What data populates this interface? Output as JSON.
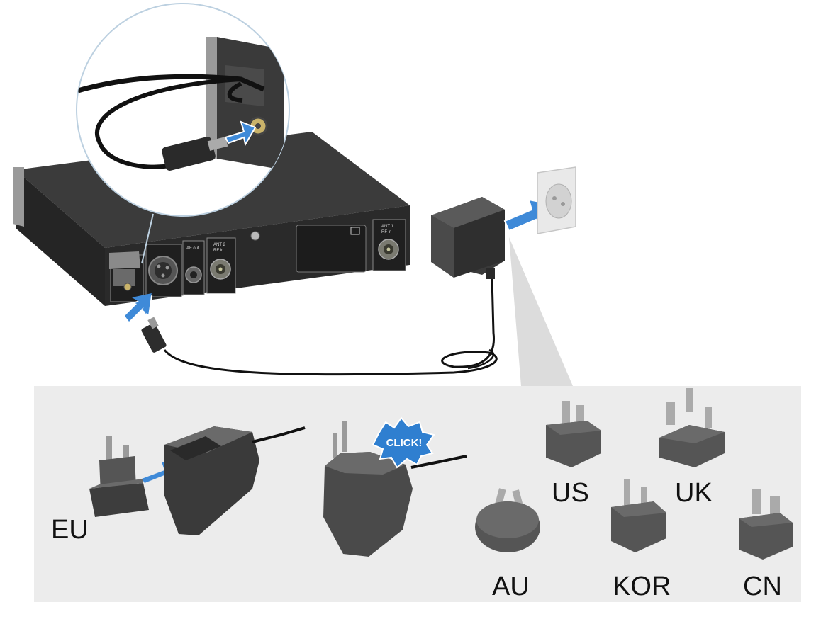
{
  "colors": {
    "device_body": "#2b2b2b",
    "device_top": "#3a3a3a",
    "panel_bg": "#ececec",
    "arrow_blue": "#3f8ad8",
    "adapter_dark": "#4a4a4a",
    "cable": "#111111"
  },
  "device_panel": {
    "af_out_label": "AF out",
    "ant2_label": "ANT 2",
    "ant2_sub": "RF in",
    "ant1_label": "ANT 1",
    "ant1_sub": "RF in"
  },
  "click_badge": {
    "text": "CLICK!"
  },
  "plug_types": {
    "eu": "EU",
    "us": "US",
    "uk": "UK",
    "au": "AU",
    "kor": "KOR",
    "cn": "CN"
  },
  "icons": [
    "power-plug-icon",
    "wall-socket-icon",
    "arrow-right-icon",
    "arrow-up-icon"
  ]
}
